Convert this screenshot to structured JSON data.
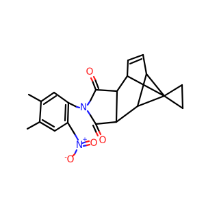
{
  "molecule": {
    "atoms": {
      "imide_nitrogen": {
        "symbol": "N",
        "color": "#1a1aff"
      },
      "upper_carbonyl_oxygen": {
        "symbol": "O",
        "color": "#ff1a1a"
      },
      "lower_carbonyl_oxygen": {
        "symbol": "O",
        "color": "#ff1a1a"
      },
      "nitro_nitrogen": {
        "symbol": "N",
        "charge": "+",
        "color": "#1a1aff"
      },
      "nitro_oxygen_double": {
        "symbol": "O",
        "color": "#ff1a1a"
      },
      "nitro_oxygen_single": {
        "symbol": "O",
        "charge": "-",
        "color": "#ff1a1a"
      }
    }
  }
}
